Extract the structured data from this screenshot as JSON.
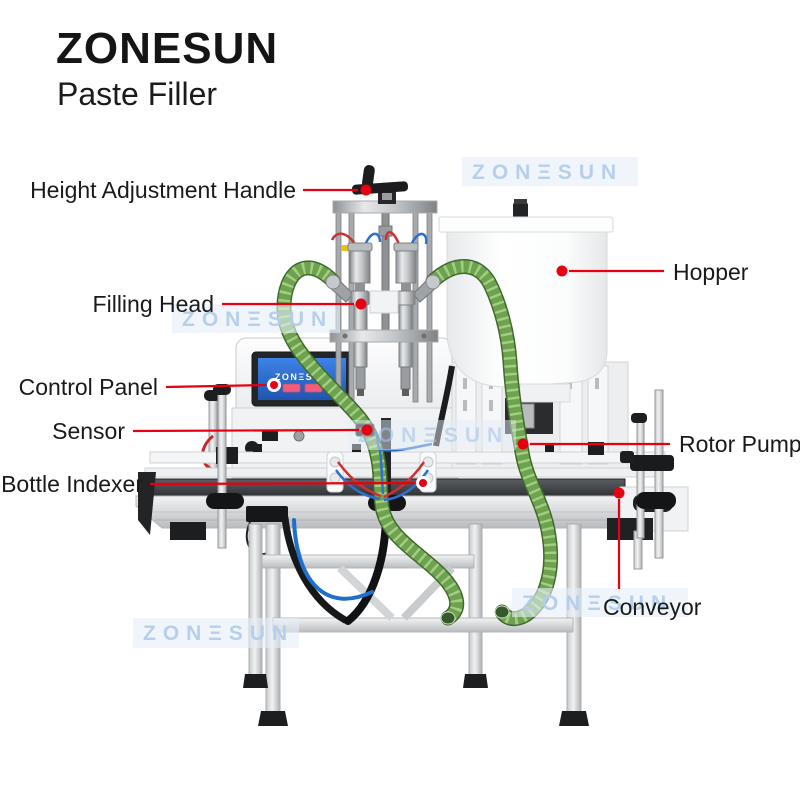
{
  "logo": {
    "brand": "ZONESUN",
    "product": "Paste Filler"
  },
  "watermark": {
    "text": "ZONΞSUN"
  },
  "screen": {
    "brand": "ZONΞSUN"
  },
  "labels": {
    "height_adjustment_handle": "Height Adjustment Handle",
    "filling_head": "Filling Head",
    "control_panel": "Control Panel",
    "sensor": "Sensor",
    "bottle_indexer": "Bottle Indexer",
    "hopper": "Hopper",
    "rotor_pump": "Rotor Pump",
    "conveyor": "Conveyor"
  },
  "colors": {
    "annotation_red": "#e60012",
    "watermark_blue": "#b4cdeb",
    "hose_green": "#6da24e",
    "screen_blue": "#2f6fd8",
    "label_text": "#1a1a1a"
  }
}
